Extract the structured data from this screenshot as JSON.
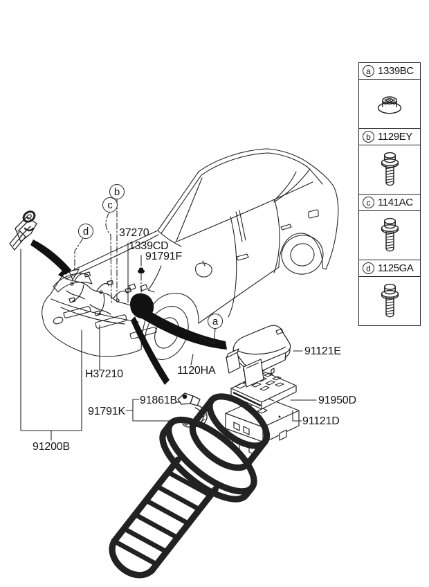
{
  "colors": {
    "line": "#222222",
    "fill_black": "#111111",
    "background": "#ffffff"
  },
  "figure": "exploded wiring-harness parts diagram of a sedan, front three-quarter line drawing",
  "callouts": {
    "harness_37270": "37270",
    "nut_1339CD": "1339CD",
    "label_91791F": "91791F",
    "label_H37210": "H37210",
    "bolt_1120HA": "1120HA",
    "label_91861B": "91861B",
    "label_91791K": "91791K",
    "label_91200B": "91200B",
    "label_91121E": "91121E",
    "label_91950D": "91950D",
    "label_91121D": "91121D"
  },
  "markers": {
    "a": "a",
    "b": "b",
    "c": "c",
    "d": "d"
  },
  "legend": {
    "items": [
      {
        "key": "a",
        "part": "1339BC",
        "icon": "flange-nut-icon"
      },
      {
        "key": "b",
        "part": "1129EY",
        "icon": "flange-bolt-icon"
      },
      {
        "key": "c",
        "part": "1141AC",
        "icon": "flange-bolt-icon"
      },
      {
        "key": "d",
        "part": "1125GA",
        "icon": "flange-bolt-icon"
      }
    ]
  }
}
